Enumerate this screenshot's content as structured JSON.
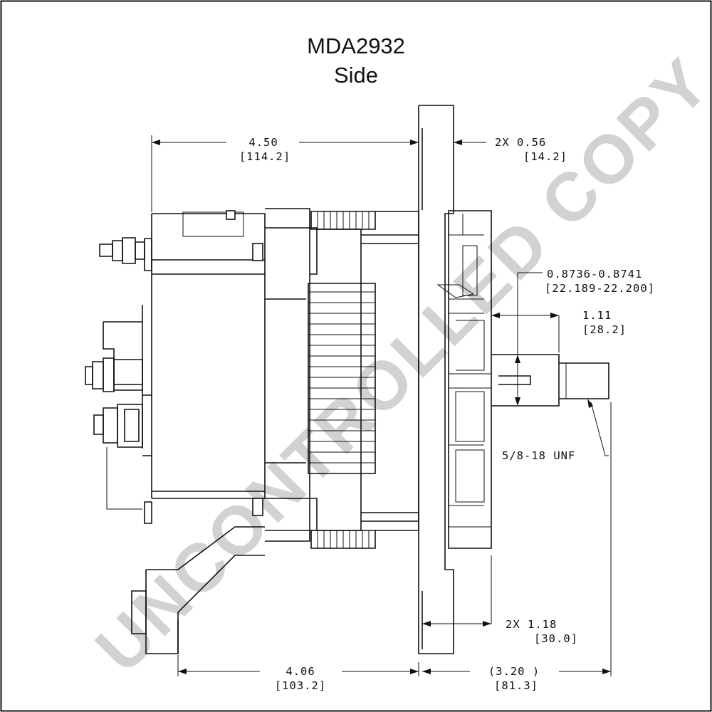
{
  "title": {
    "model": "MDA2932",
    "view": "Side"
  },
  "watermark": "UNCONTROLLED COPY",
  "dimensions": {
    "overall_length": {
      "in": "4.50",
      "mm": "[114.2]"
    },
    "flange_thickness": {
      "in": "2X 0.56",
      "mm": "[14.2]"
    },
    "shaft_diameter": {
      "in": "0.8736-0.8741",
      "mm": "[22.189-22.200]"
    },
    "shaft_length": {
      "in": "1.11",
      "mm": "[28.2]"
    },
    "thread": {
      "in": "5/8-18 UNF"
    },
    "foot_width": {
      "in": "2X 1.18",
      "mm": "[30.0]"
    },
    "foot_to_flange": {
      "in": "4.06",
      "mm": "[103.2]"
    },
    "flange_to_shaft_end": {
      "in": "(3.20  )",
      "mm": "[81.3]"
    }
  }
}
